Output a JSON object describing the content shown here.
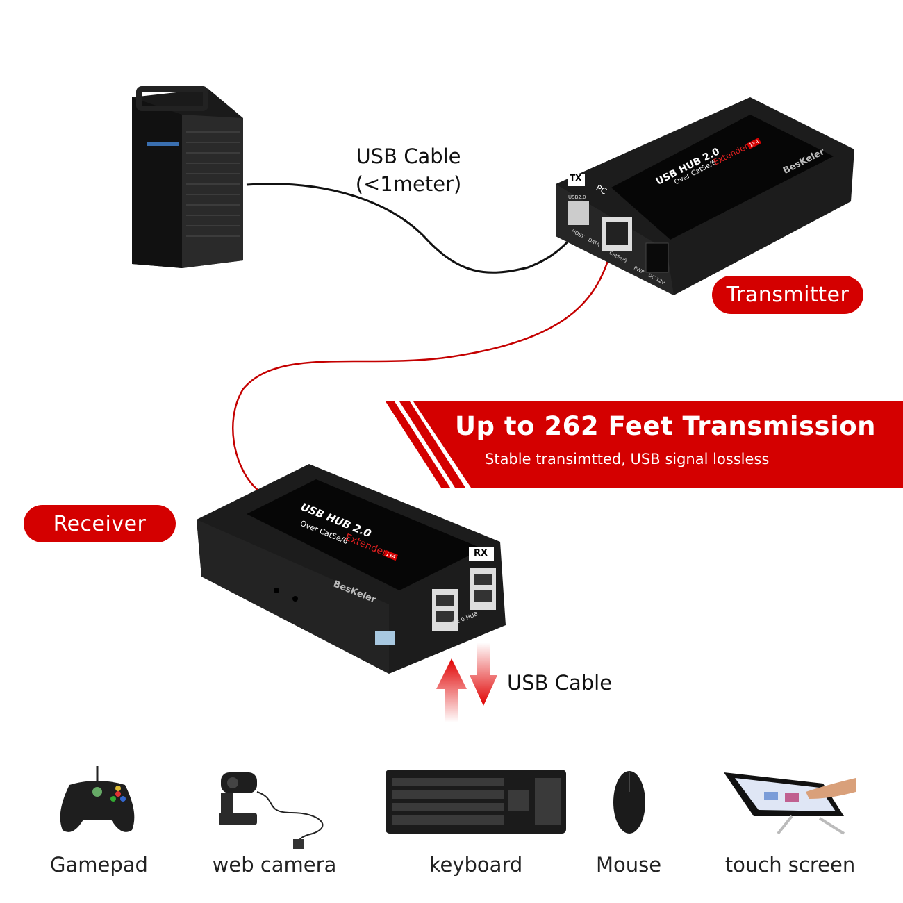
{
  "pc_cable": {
    "line1": "USB Cable",
    "line2": "(<1meter)"
  },
  "transmitter": {
    "label": "Transmitter",
    "tag": "TX",
    "side": "PC",
    "product_name": "USB HUB 2.0",
    "product_sub": "Over Cat5e/6",
    "product_extender": "Extender",
    "product_ratio": "1x4",
    "brand": "BesKeler",
    "ports": [
      "USB2.0",
      "HOST",
      "DATA",
      "Cat5e/6",
      "PWR",
      "DC 12V"
    ]
  },
  "receiver": {
    "label": "Receiver",
    "tag": "RX",
    "product_name": "USB HUB 2.0",
    "product_sub": "Over Cat5e/6",
    "product_extender": "Extender",
    "product_ratio": "1x4",
    "brand": "BesKeler",
    "hub_label": "USB2.0 HUB"
  },
  "banner": {
    "title": "Up to 262 Feet Transmission",
    "subtitle": "Stable transimtted, USB signal lossless"
  },
  "usb_cable_label": "USB Cable",
  "devices": [
    {
      "label": "Gamepad",
      "icon": "gamepad-icon"
    },
    {
      "label": "web camera",
      "icon": "webcam-icon"
    },
    {
      "label": "keyboard",
      "icon": "keyboard-icon"
    },
    {
      "label": "Mouse",
      "icon": "mouse-icon"
    },
    {
      "label": "touch screen",
      "icon": "touch-screen-icon"
    }
  ],
  "colors": {
    "accent": "#d40000",
    "device": "#1c1c1c"
  }
}
